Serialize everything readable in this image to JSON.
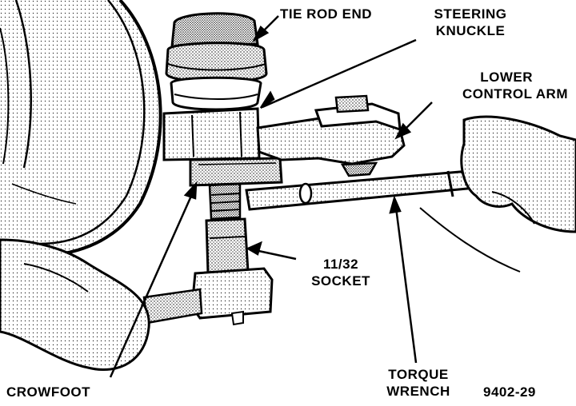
{
  "labels": {
    "tie_rod_end": "TIE ROD END",
    "steering_knuckle": [
      "STEERING",
      "KNUCKLE"
    ],
    "lower_control_arm": [
      "LOWER",
      "CONTROL ARM"
    ],
    "socket": [
      "11/32",
      "SOCKET"
    ],
    "torque_wrench": [
      "TORQUE",
      "WRENCH"
    ],
    "crowfoot": "CROWFOOT",
    "figure_number": "9402-29"
  }
}
